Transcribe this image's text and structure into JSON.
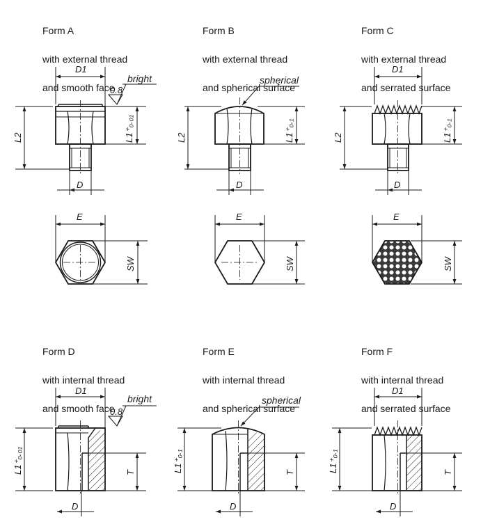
{
  "forms": [
    {
      "name": "Form A",
      "line1": "with external thread",
      "line2": "and smooth face"
    },
    {
      "name": "Form B",
      "line1": "with external thread",
      "line2": "and spherical surface"
    },
    {
      "name": "Form C",
      "line1": "with external thread",
      "line2": "and serrated surface"
    },
    {
      "name": "Form D",
      "line1": "with internal thread",
      "line2": "and smooth face"
    },
    {
      "name": "Form E",
      "line1": "with internal thread",
      "line2": "and spherical surface"
    },
    {
      "name": "Form F",
      "line1": "with internal thread",
      "line2": "and serrated surface"
    }
  ],
  "labels": {
    "d1": "D1",
    "d": "D",
    "l2": "L2",
    "l1_001": "L1⁺₀.₀₁",
    "l1_01": "L1⁺₀.₁",
    "e": "E",
    "sw": "SW",
    "t": "T",
    "bright": "bright",
    "roughness": "0.8",
    "spherical": "spherical"
  }
}
